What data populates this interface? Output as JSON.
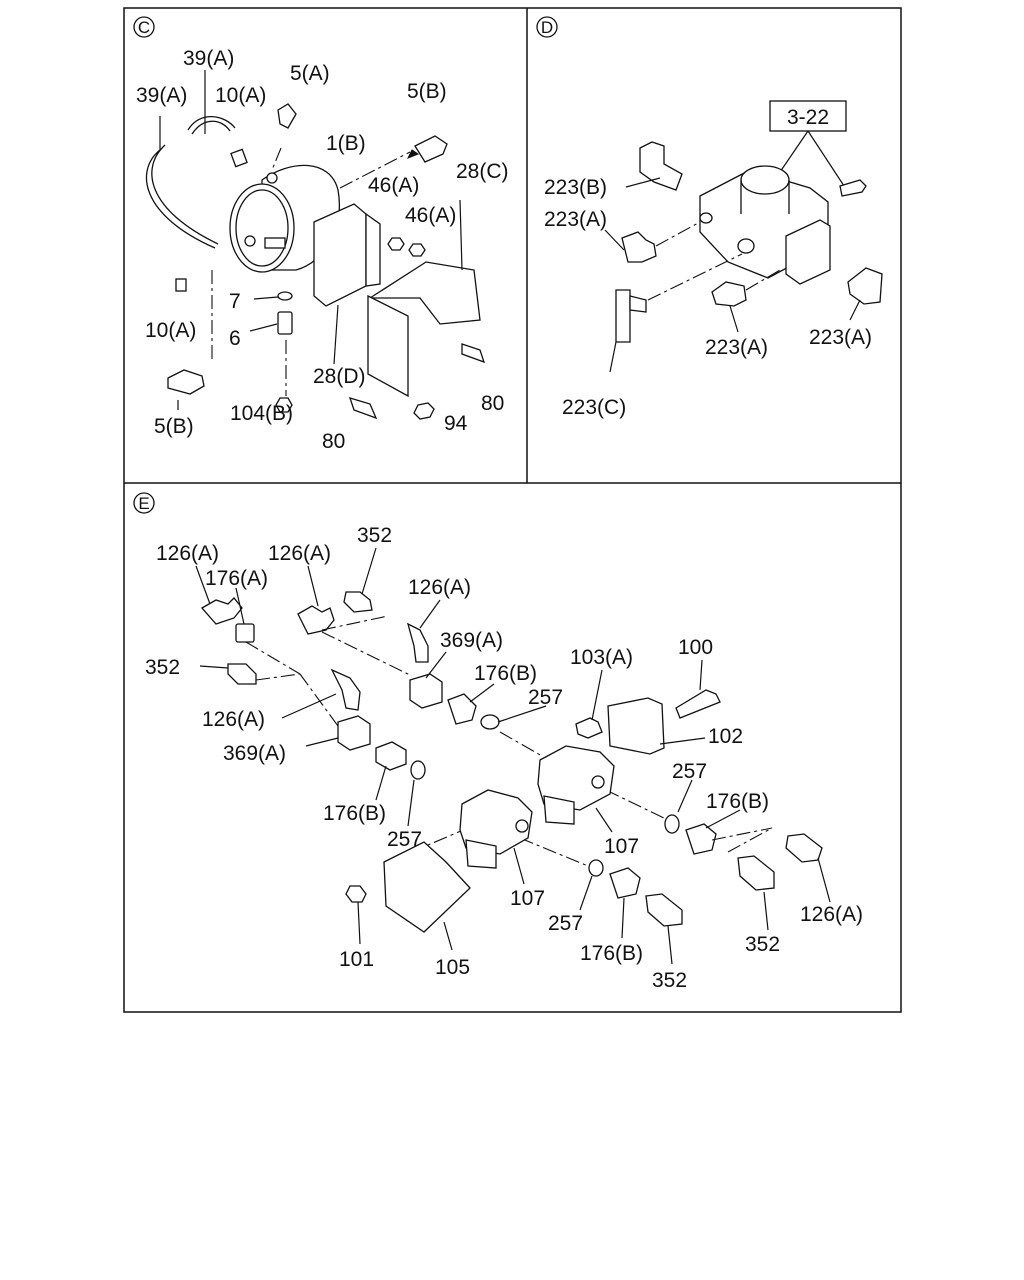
{
  "sections": {
    "c": {
      "badge": "C",
      "labels": {
        "l39a_top": "39(A)",
        "l39a_left": "39(A)",
        "l10a_top": "10(A)",
        "l5a": "5(A)",
        "l5b_top": "5(B)",
        "l1b": "1(B)",
        "l46a_1": "46(A)",
        "l46a_2": "46(A)",
        "l28c": "28(C)",
        "l7": "7",
        "l6": "6",
        "l10a_bot": "10(A)",
        "l28d": "28(D)",
        "l5b_bot": "5(B)",
        "l104b": "104(B)",
        "l80_right": "80",
        "l94": "94",
        "l80_bot": "80"
      }
    },
    "d": {
      "badge": "D",
      "labels": {
        "l322": "3-22",
        "l223b": "223(B)",
        "l223a_left": "223(A)",
        "l223a_mid": "223(A)",
        "l223a_right": "223(A)",
        "l223c": "223(C)"
      }
    },
    "e": {
      "badge": "E",
      "labels": {
        "l126a_1": "126(A)",
        "l126a_2": "126(A)",
        "l352_top": "352",
        "l176a": "176(A)",
        "l126a_3": "126(A)",
        "l369a_top": "369(A)",
        "l103a": "103(A)",
        "l100": "100",
        "l352_left": "352",
        "l176b_1": "176(B)",
        "l257_1": "257",
        "l126a_4": "126(A)",
        "l102": "102",
        "l369a_bot": "369(A)",
        "l257_2": "257",
        "l176b_2": "176(B)",
        "l176b_3": "176(B)",
        "l107_1": "107",
        "l257_3": "257",
        "l107_2": "107",
        "l126a_5": "126(A)",
        "l257_4": "257",
        "l352_right": "352",
        "l101": "101",
        "l105": "105",
        "l176b_4": "176(B)",
        "l352_bot": "352"
      }
    }
  }
}
